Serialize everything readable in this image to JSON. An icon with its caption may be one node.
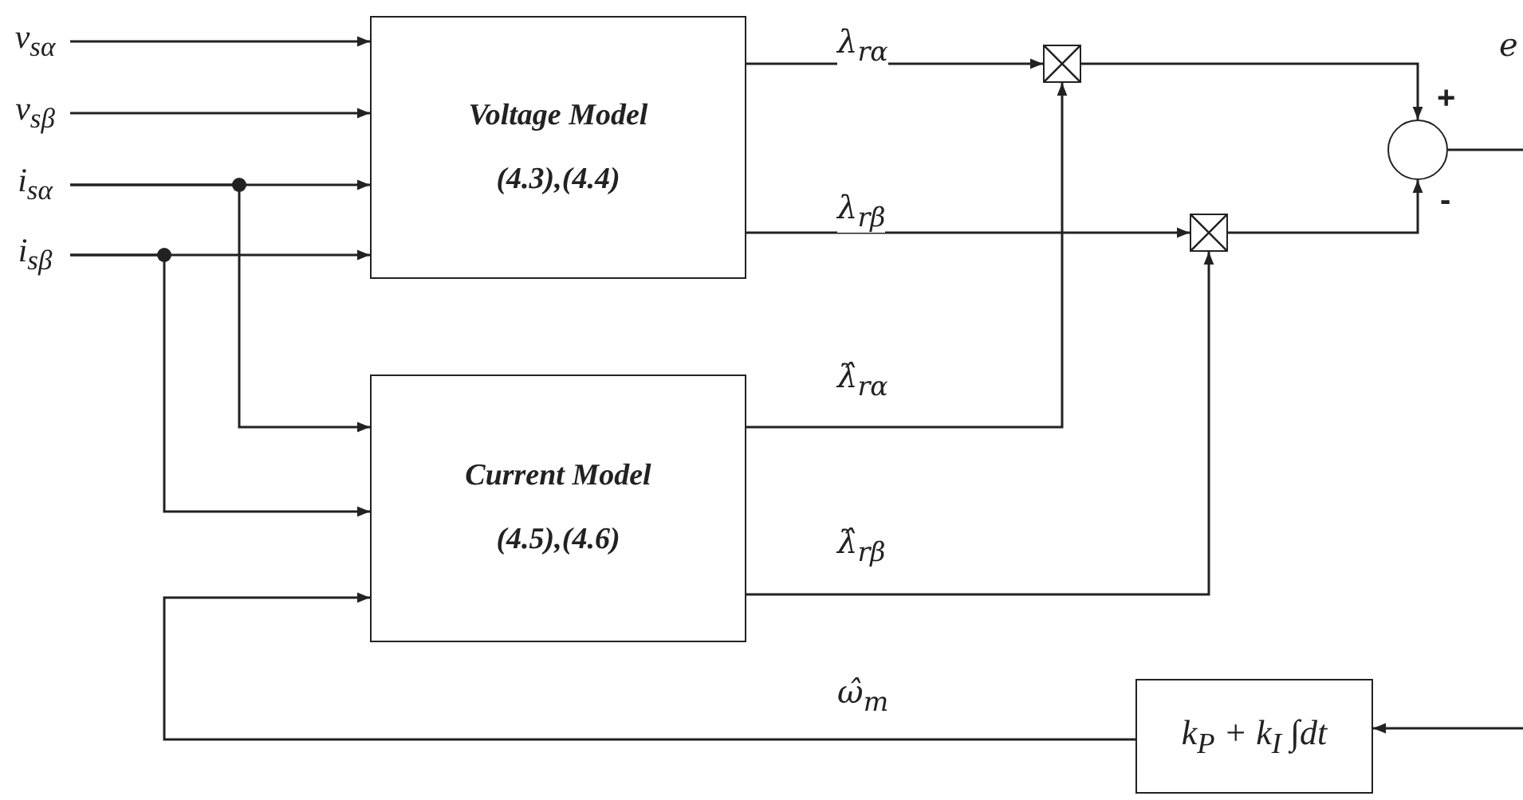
{
  "diagram": {
    "nodes": [
      {
        "text": [
          "v$_{sα}$"
        ]
      },
      {
        "text": [
          "v$_{sβ}$"
        ]
      },
      {
        "text": [
          "i$_{sα}$"
        ]
      },
      {
        "text": [
          "i$_{sβ}$"
        ]
      },
      {
        "text": [
          "Voltage Model",
          "(4.3),(4.4)"
        ]
      },
      {
        "text": [
          "Current Model",
          "(4.5),(4.6)"
        ]
      },
      {
        "text": [],
        "shape": "box"
      },
      {
        "text": [],
        "shape": "box"
      },
      {
        "text": [],
        "shape": "circle"
      },
      {
        "text": [
          "k$_{P}$ + k$_{I}$ ∫dt"
        ]
      }
    ],
    "edges": [
      {
        "from": 0,
        "to": 4,
        "arrow": "to"
      },
      {
        "from": 1,
        "to": 4,
        "arrow": "to"
      },
      {
        "from": 2,
        "to": 4,
        "arrow": "to"
      },
      {
        "from": 3,
        "to": 4,
        "arrow": "to"
      },
      {
        "from": 2,
        "to": 5,
        "arrow": "to"
      },
      {
        "from": 3,
        "to": 5,
        "arrow": "to"
      },
      {
        "from": 4,
        "to": 6,
        "arrow": "to",
        "label": "λ$_{rα}$"
      },
      {
        "from": 4,
        "to": 7,
        "arrow": "to",
        "label": "λ$_{rβ}$"
      },
      {
        "from": 5,
        "to": 6,
        "arrow": "to",
        "label": "λ̂$_{rα}$"
      },
      {
        "from": 5,
        "to": 7,
        "arrow": "to",
        "label": "λ̂$_{rβ}$"
      },
      {
        "from": 6,
        "to": 8,
        "arrow": "to"
      },
      {
        "from": 7,
        "to": 8,
        "arrow": "to"
      },
      {
        "from": 9,
        "to": 5,
        "arrow": "to",
        "label": "ω̂$_{m}$"
      },
      {
        "from": 8,
        "to": null,
        "arrow": "none",
        "label": "e"
      },
      {
        "from": null,
        "to": 9,
        "arrow": "to"
      }
    ],
    "labels": [
      "+",
      "-"
    ]
  }
}
